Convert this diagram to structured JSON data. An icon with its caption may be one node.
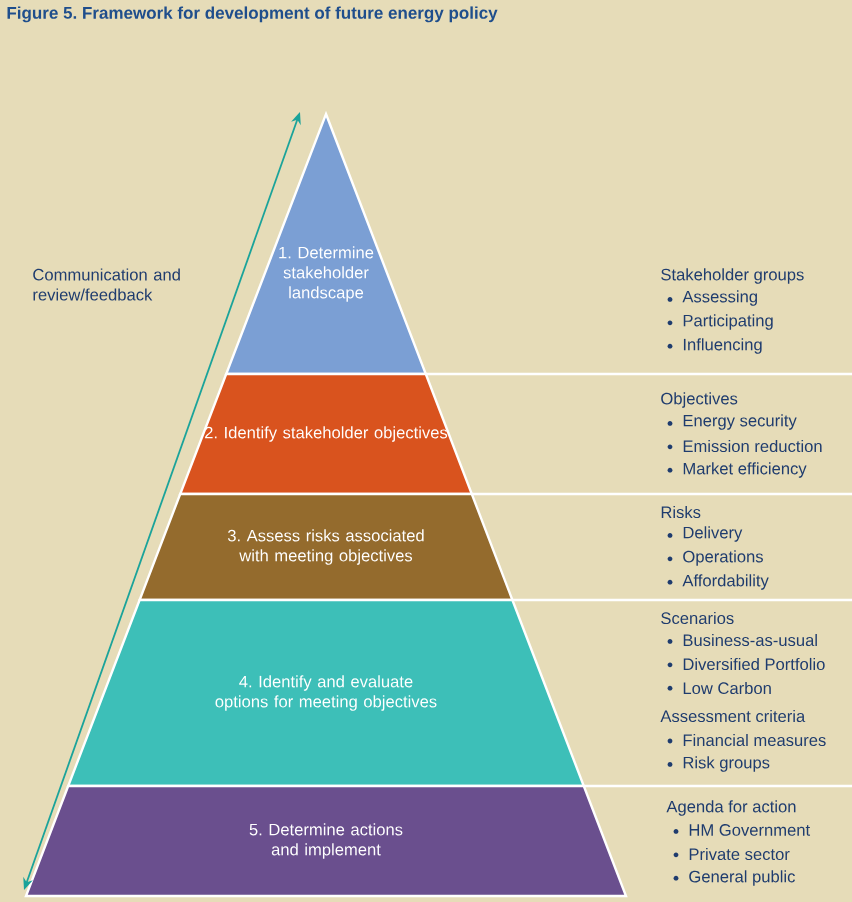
{
  "diagram": {
    "title": "Figure 5. Framework for development of future energy policy",
    "nodes": [
      {
        "text": [
          "1. Determine stakeholder landscape"
        ],
        "beside": [
          "Stakeholder groups",
          "Assessing",
          "Participating",
          "Influencing"
        ]
      },
      {
        "text": [
          "2. Identify stakeholder objectives"
        ],
        "beside": [
          "Objectives",
          "Energy security",
          "Emission reduction",
          "Market efficiency"
        ]
      },
      {
        "text": [
          "3. Assess risks associated with meeting objectives"
        ],
        "beside": [
          "Risks",
          "Delivery",
          "Operations",
          "Affordability"
        ]
      },
      {
        "text": [
          "4. Identify and evaluate options for meeting objectives"
        ],
        "beside": [
          "Scenarios",
          "Business-as-usual",
          "Diversified Portfolio",
          "Low Carbon",
          "Assessment criteria",
          "Financial measures",
          "Risk groups"
        ]
      },
      {
        "text": [
          "5. Determine actions and implement"
        ],
        "beside": [
          "Agenda for action",
          "HM Government",
          "Private sector",
          "General public"
        ]
      }
    ],
    "labels": [
      "Communication and review/feedback"
    ]
  }
}
